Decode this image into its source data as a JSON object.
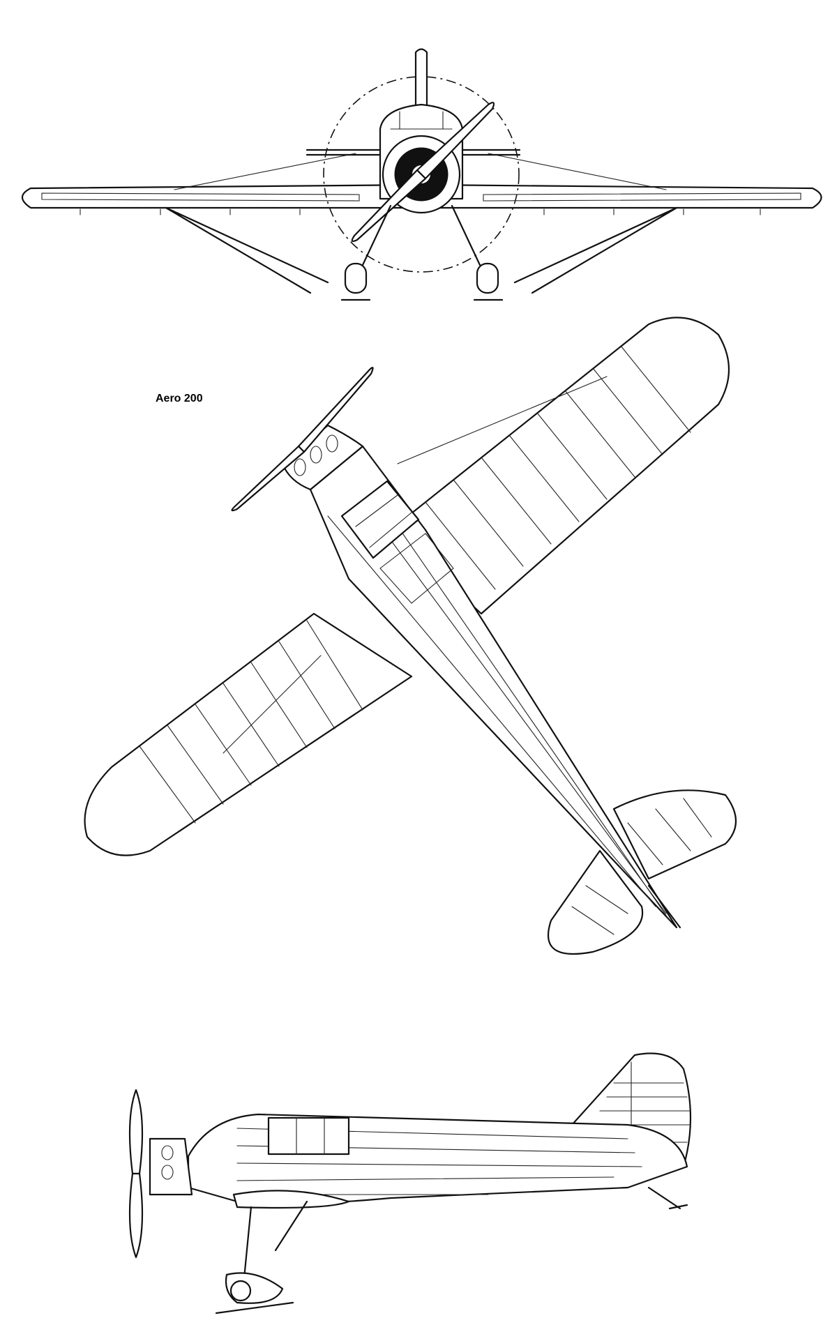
{
  "drawing": {
    "title": "Aero 200",
    "views": [
      "front-view",
      "top-view",
      "side-view"
    ],
    "line_color": "#111111",
    "background": "#ffffff"
  }
}
